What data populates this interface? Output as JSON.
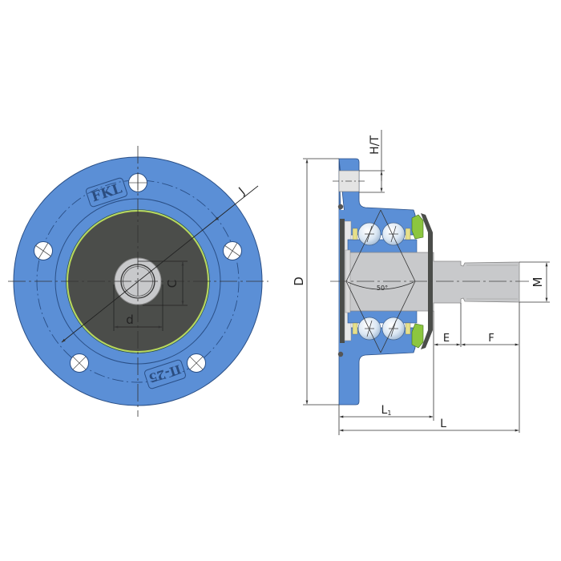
{
  "diagram": {
    "type": "technical-drawing",
    "subject": "flanged bearing hub unit",
    "views": [
      "front-view",
      "section-view"
    ],
    "colors": {
      "housing": "#5b8fd6",
      "housing_outline": "#2a4f86",
      "seal_face": "#4b4d4a",
      "seal_ring": "#b8d85a",
      "shaft": "#c8c9cb",
      "bolt_hole": "#ffffff",
      "seal_green": "#8cc63f",
      "cage_yellow": "#e6e08a",
      "dim_line": "#333333"
    },
    "front_view": {
      "engraving_top": "FKL",
      "engraving_bottom": "II-25",
      "bolt_hole_count": 5,
      "dimension_labels": {
        "pitch_diameter": "J",
        "shaft_diameter": "d",
        "shaft_flat": "C"
      }
    },
    "section_view": {
      "angle_label": "50°",
      "dimension_labels": {
        "flange_diameter": "D",
        "hole": "H/T",
        "thread": "M",
        "shoulder": "E",
        "thread_length": "F",
        "body_length": "L",
        "body_length_sub": "1",
        "total_length": "L"
      }
    }
  }
}
